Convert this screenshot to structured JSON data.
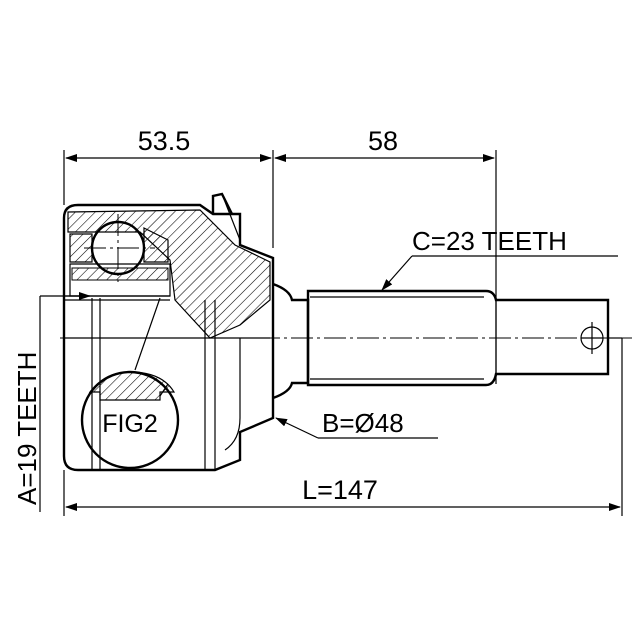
{
  "dimensions": {
    "length_left": "53.5",
    "length_right": "58",
    "total_length": "L=147"
  },
  "specs": {
    "c_teeth": "C=23 TEETH",
    "b_diameter": "B=Ø48",
    "a_teeth": "A=19 TEETH"
  },
  "figure": {
    "label": "FIG2"
  }
}
